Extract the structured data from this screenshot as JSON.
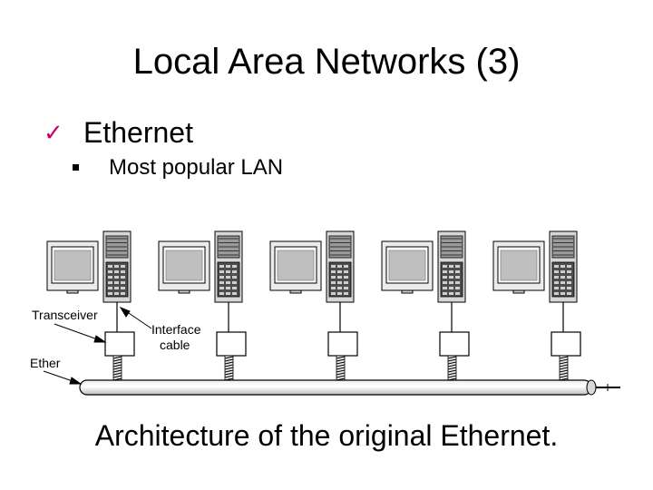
{
  "slide": {
    "title": "Local Area Networks (3)",
    "bullet_level1": "Ethernet",
    "bullet_level2": "Most popular LAN",
    "caption": "Architecture of the original Ethernet."
  },
  "diagram": {
    "stations": 5,
    "labels": {
      "transceiver": "Transceiver",
      "interface_line1": "Interface",
      "interface_line2": "cable",
      "ether": "Ether"
    }
  }
}
